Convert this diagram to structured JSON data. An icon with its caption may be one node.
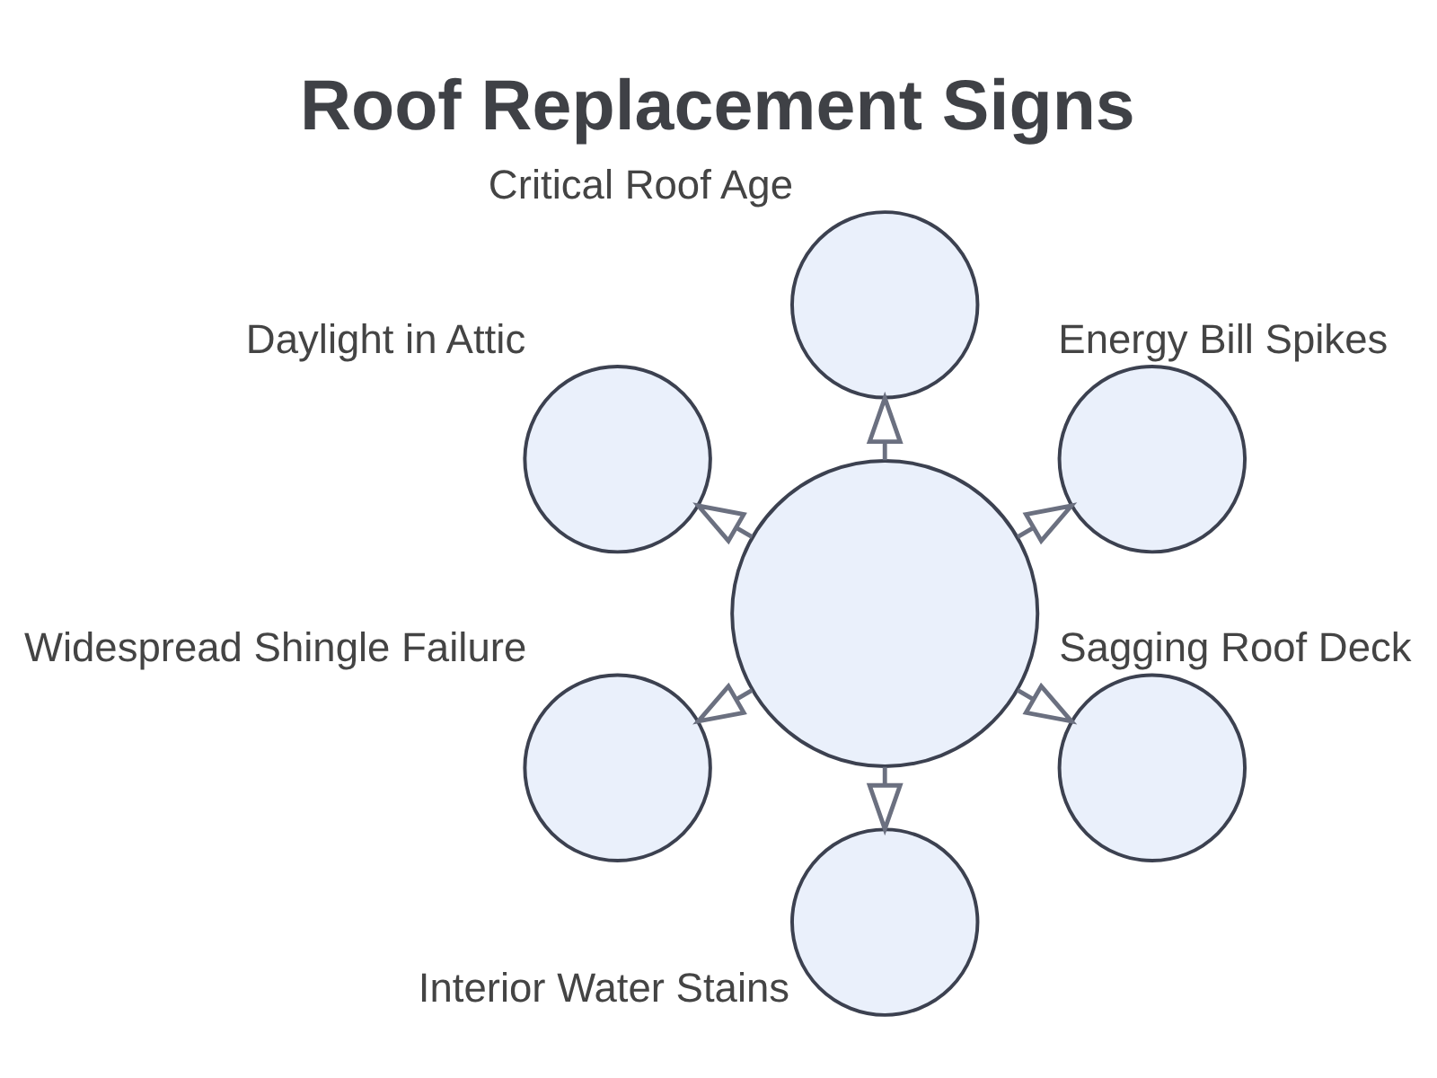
{
  "diagram": {
    "title": "Roof Replacement Signs",
    "nodes": [
      {
        "text": [],
        "shape": "circle",
        "beside": [
          "Energy Bill Spikes"
        ]
      },
      {
        "text": [],
        "shape": "circle",
        "beside": [
          "Critical Roof Age"
        ]
      },
      {
        "text": [],
        "shape": "circle",
        "beside": [
          "Daylight in Attic"
        ]
      },
      {
        "text": [],
        "shape": "circle"
      },
      {
        "text": [],
        "shape": "circle",
        "beside": [
          "Widespread Shingle Failure"
        ]
      },
      {
        "text": [],
        "shape": "circle",
        "beside": [
          "Interior Water Stains"
        ]
      },
      {
        "text": [],
        "shape": "circle",
        "beside": [
          "Sagging Roof Deck"
        ]
      }
    ],
    "edges": [
      {
        "from": 3,
        "to": 4,
        "arrow": "to"
      },
      {
        "from": 3,
        "to": 1,
        "arrow": "to"
      },
      {
        "from": 3,
        "to": 0,
        "arrow": "to"
      },
      {
        "from": 3,
        "to": 2,
        "arrow": "to"
      },
      {
        "from": 3,
        "to": 5,
        "arrow": "to"
      },
      {
        "from": 3,
        "to": 6,
        "arrow": "to"
      }
    ]
  }
}
